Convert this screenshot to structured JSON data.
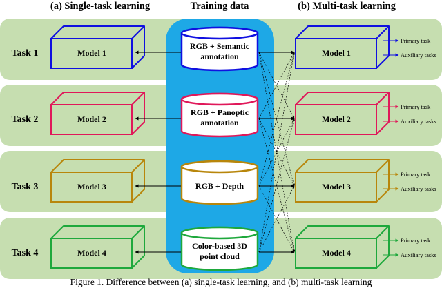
{
  "headers": {
    "single": "(a) Single-task learning",
    "training": "Training data",
    "multi": "(b) Multi-task learning"
  },
  "tasks": [
    {
      "label": "Task 1",
      "model_single": "Model 1",
      "model_multi": "Model 1",
      "data_lines": [
        "RGB + Semantic",
        "annotation"
      ],
      "color": "#1010e0",
      "primary": "Primary task",
      "auxiliary": "Auxiliary tasks"
    },
    {
      "label": "Task 2",
      "model_single": "Model 2",
      "model_multi": "Model 2",
      "data_lines": [
        "RGB + Panoptic",
        "annotation"
      ],
      "color": "#e0185a",
      "primary": "Primary task",
      "auxiliary": "Auxiliary tasks"
    },
    {
      "label": "Task 3",
      "model_single": "Model 3",
      "model_multi": "Model 3",
      "data_lines": [
        "RGB + Depth"
      ],
      "color": "#b8860b",
      "primary": "Primary task",
      "auxiliary": "Auxiliary tasks"
    },
    {
      "label": "Task 4",
      "model_single": "Model 4",
      "model_multi": "Model 4",
      "data_lines": [
        "Color-based 3D",
        "point cloud"
      ],
      "color": "#1ea83c",
      "primary": "Primary task",
      "auxiliary": "Auxiliary tasks"
    }
  ],
  "colors": {
    "band": "#c6deb0",
    "panel": "#1ea8e6",
    "connector": "#000000"
  },
  "caption": "Figure 1. Difference between (a) single-task learning, and (b) multi-task learning"
}
